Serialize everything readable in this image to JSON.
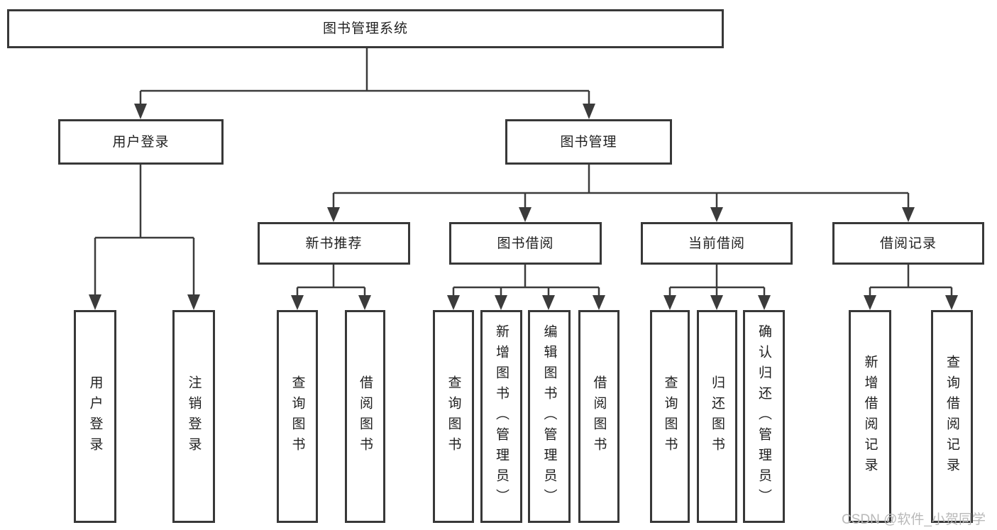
{
  "colors": {
    "line": "#3b3b3b",
    "box_border": "#383838",
    "box_bg": "#ffffff",
    "text": "#1f1f1f",
    "watermark": "#b9b9b9",
    "page_bg": "#ffffff"
  },
  "watermark": {
    "text": "CSDN @软件_小贺同学"
  },
  "tree": {
    "root": {
      "label": "图书管理系统",
      "children": [
        {
          "label": "用户登录",
          "children": [
            {
              "label": "用户登录"
            },
            {
              "label": "注销登录"
            }
          ]
        },
        {
          "label": "图书管理",
          "children": [
            {
              "label": "新书推荐",
              "children": [
                {
                  "label": "查询图书"
                },
                {
                  "label": "借阅图书"
                }
              ]
            },
            {
              "label": "图书借阅",
              "children": [
                {
                  "label": "查询图书"
                },
                {
                  "label": "新增图书（管理员）"
                },
                {
                  "label": "编辑图书（管理员）"
                },
                {
                  "label": "借阅图书"
                }
              ]
            },
            {
              "label": "当前借阅",
              "children": [
                {
                  "label": "查询图书"
                },
                {
                  "label": "归还图书"
                },
                {
                  "label": "确认归还（管理员）"
                }
              ]
            },
            {
              "label": "借阅记录",
              "children": [
                {
                  "label": "新增借阅记录"
                },
                {
                  "label": "查询借阅记录"
                }
              ]
            }
          ]
        }
      ]
    }
  }
}
